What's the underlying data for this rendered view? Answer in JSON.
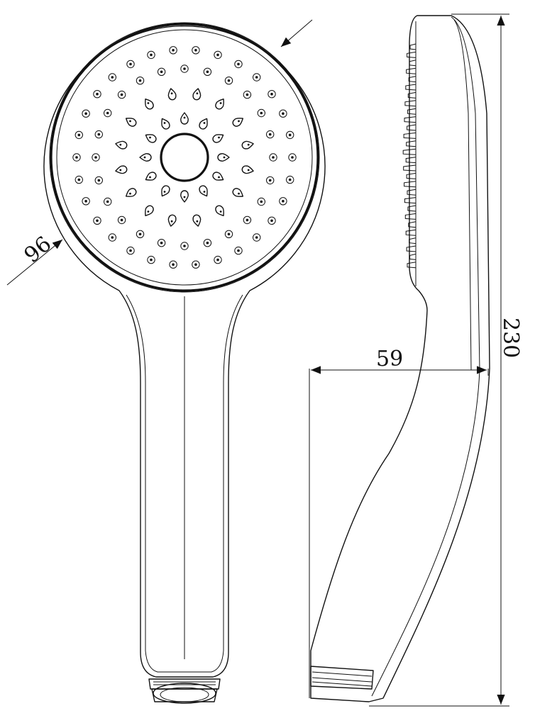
{
  "dimensions": {
    "diameter": "96",
    "depth": "59",
    "length": "230"
  },
  "colors": {
    "line": "#111111",
    "background": "#ffffff"
  }
}
